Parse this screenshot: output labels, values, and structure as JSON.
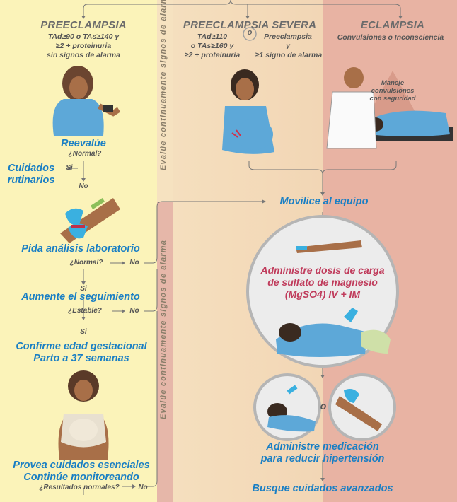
{
  "preeclampsia": {
    "title": "PREECLAMPSIA",
    "criteria_line1": "TAd≥90 o TAs≥140 y",
    "criteria_line2": "≥2 + proteinuria",
    "criteria_line3": "sin signos de alarma",
    "reevalue": "Reevalúe",
    "normal_q": "¿Normal?",
    "si": "Si",
    "no": "No",
    "routine_line1": "Cuidados",
    "routine_line2": "rutinarios",
    "lab": "Pida análisis laboratorio",
    "lab_normal_q": "¿Normal?",
    "lab_no": "No",
    "lab_si": "Si",
    "increase": "Aumente el seguimiento",
    "stable_q": "¿Estable?",
    "stable_no": "No",
    "stable_si": "Si",
    "confirm_line1": "Confirme edad gestacional",
    "confirm_line2": "Parto a 37 semanas",
    "provide_line1": "Provea cuidados esenciales",
    "provide_line2": "Continúe monitoreando",
    "results_q": "¿Resultados normales?",
    "results_no": "No"
  },
  "severe": {
    "title": "PREECLAMPSIA SEVERA",
    "crit_a1": "TAd≥110",
    "crit_a2": "o TAs≥160 y",
    "crit_a3": "≥2 + proteinuria",
    "or": "o",
    "crit_b1": "Preeclampsia",
    "crit_b2": "y",
    "crit_b3": "≥1 signo de alarma"
  },
  "eclampsia": {
    "title": "ECLAMPSIA",
    "subtitle": "Convulsiones o Inconsciencia",
    "warn_line1": "Maneje",
    "warn_line2": "convulsiones",
    "warn_line3": "con seguridad"
  },
  "flow": {
    "mobilize": "Movilice al equipo",
    "dose_line1": "Administre dosis de carga",
    "dose_line2": "de sulfato de magnesio",
    "dose_line3": "(MgSO4) IV + IM",
    "or": "o",
    "med_line1": "Administre medicación",
    "med_line2": "para reducir hipertensión",
    "advanced": "Busque cuidados avanzados"
  },
  "sidebar": {
    "top": "Evalúe continuamente signos de alarma",
    "bottom": "Evalúe continuamente signos de alarma"
  },
  "colors": {
    "blue": "#1a7fc4",
    "red": "#c03c5c",
    "yellow_bg": "#fbf3b9",
    "peach_bg": "#f2d6b5",
    "rose_bg": "#e8b3a3"
  }
}
